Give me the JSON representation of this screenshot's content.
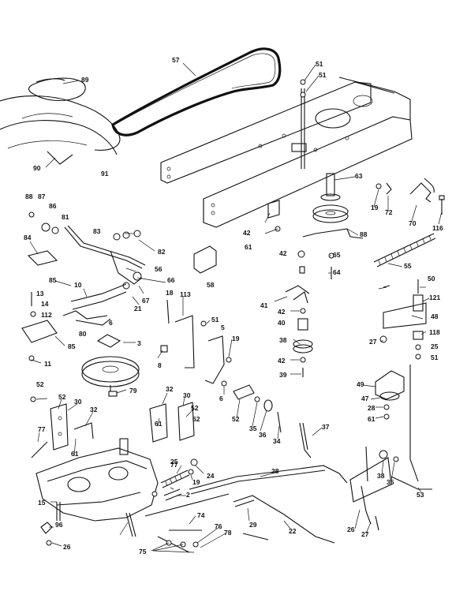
{
  "colors": {
    "ink": "#111111",
    "paper": "#ffffff"
  },
  "callouts": [
    "57",
    "51",
    "51",
    "89",
    "90",
    "91",
    "63",
    "19",
    "72",
    "70",
    "116",
    "88",
    "87",
    "86",
    "81",
    "83",
    "82",
    "84",
    "58",
    "42",
    "61",
    "88",
    "42",
    "55",
    "65",
    "64",
    "85",
    "10",
    "56",
    "66",
    "13",
    "14",
    "112",
    "80",
    "6",
    "21",
    "67",
    "18",
    "113",
    "51",
    "41",
    "42",
    "40",
    "50",
    "121",
    "48",
    "118",
    "5",
    "19",
    "27",
    "38",
    "25",
    "42",
    "51",
    "39",
    "11",
    "85",
    "3",
    "8",
    "6",
    "79",
    "49",
    "47",
    "28",
    "61",
    "52",
    "52",
    "30",
    "32",
    "32",
    "30",
    "52",
    "62",
    "77",
    "61",
    "52",
    "35",
    "36",
    "34",
    "37",
    "61",
    "25",
    "19",
    "24",
    "77",
    "2",
    "28",
    "38",
    "35",
    "53",
    "15",
    "74",
    "29",
    "22",
    "96",
    "26",
    "75",
    "76",
    "78",
    "26",
    "27"
  ]
}
